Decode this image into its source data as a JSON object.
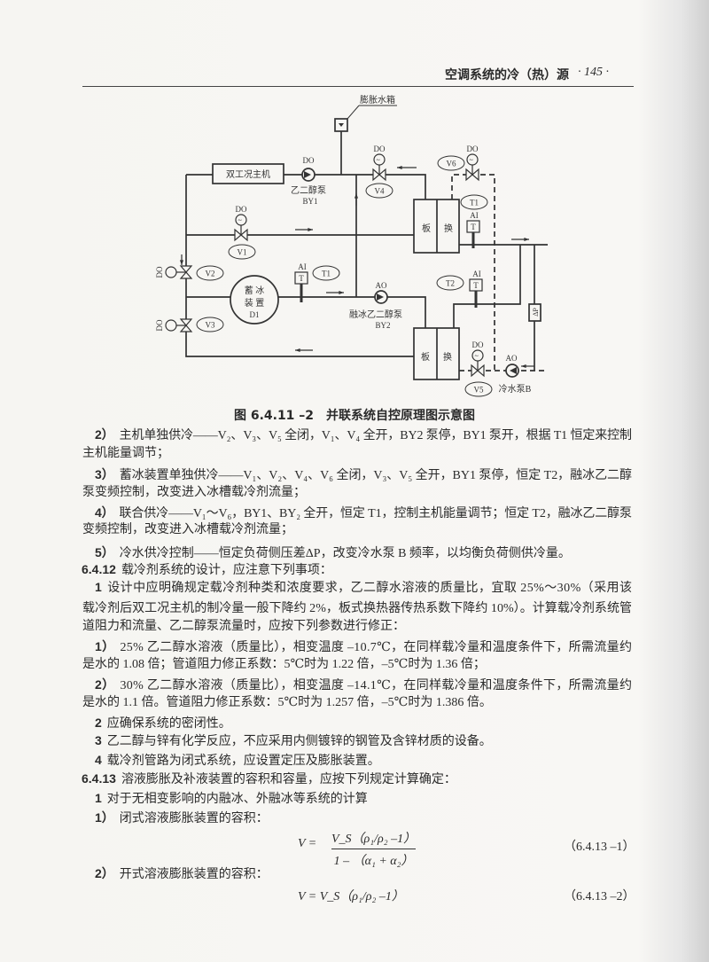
{
  "header": {
    "title": "空调系统的冷（热）源",
    "page": "· 145 ·"
  },
  "diagram": {
    "expansion_tank": "膨胀水箱",
    "chiller": "双工况主机",
    "pump_by1_label": "乙二醇泵",
    "pump_by1_id": "BY1",
    "pump_by2_label": "融冰乙二醇泵",
    "pump_by2_id": "BY2",
    "pump_b_label": "冷水泵B",
    "ice_storage": [
      "蓄 冰",
      "装 置",
      "D1"
    ],
    "hx_left": "板",
    "hx_right": "换",
    "do": "DO",
    "ao": "AO",
    "ai": "AI",
    "t": "T",
    "dp": "ΔP",
    "valves": [
      "V1",
      "V2",
      "V3",
      "V4",
      "V5",
      "V6"
    ],
    "sensors": [
      "T1",
      "T1",
      "T2"
    ]
  },
  "caption": "图 6.4.11 –2　并联系统自控原理图示意图",
  "lines": [
    {
      "num": "2）",
      "text": "主机单独供冷——V₂、V₃、V₅ 全闭，V₁、V₄ 全开，BY2 泵停，BY1 泵开，根据 T1 恒定来控制"
    },
    {
      "num": "",
      "text": "主机能量调节；"
    },
    {
      "num": "3）",
      "text": "蓄冰装置单独供冷——V₁、V₂、V₄、V₆ 全闭，V₃、V₅ 全开，BY1 泵停，恒定 T2，融冰乙二醇"
    },
    {
      "num": "",
      "text": "泵变频控制，改变进入冰槽载冷剂流量；"
    },
    {
      "num": "4）",
      "text": "联合供冷——V₁～V₆，BY1、BY₂ 全开，恒定 T1，控制主机能量调节；恒定 T2，融冰乙二醇泵"
    },
    {
      "num": "",
      "text": "变频控制，改变进入冰槽载冷剂流量；"
    },
    {
      "num": "5）",
      "text": "冷水供冷控制——恒定负荷侧压差ΔP，改变冷水泵 B 频率，以均衡负荷侧供冷量。"
    },
    {
      "num": "6.4.12",
      "text": "载冷剂系统的设计，应注意下列事项："
    },
    {
      "num": "1",
      "text": "设计中应明确规定载冷剂种类和浓度要求，乙二醇水溶液的质量比，宜取 25%～30%（采用该"
    },
    {
      "num": "",
      "text": "载冷剂后双工况主机的制冷量一般下降约 2%，板式换热器传热系数下降约 10%）。计算载冷剂系统管"
    },
    {
      "num": "",
      "text": "道阻力和流量、乙二醇泵流量时，应按下列参数进行修正："
    },
    {
      "num": "1）",
      "text": "25% 乙二醇水溶液（质量比），相变温度 –10.7℃，在同样载冷量和温度条件下，所需流量约"
    },
    {
      "num": "",
      "text": "是水的 1.08 倍；管道阻力修正系数：5℃时为 1.22 倍，–5℃时为 1.36 倍；"
    },
    {
      "num": "2）",
      "text": "30% 乙二醇水溶液（质量比），相变温度 –14.1℃，在同样载冷量和温度条件下，所需流量约"
    },
    {
      "num": "",
      "text": "是水的 1.1 倍。管道阻力修正系数：5℃时为 1.257 倍，–5℃时为 1.386 倍。"
    },
    {
      "num": "2",
      "text": "应确保系统的密闭性。"
    },
    {
      "num": "3",
      "text": "乙二醇与锌有化学反应，不应采用内侧镀锌的钢管及含锌材质的设备。"
    },
    {
      "num": "4",
      "text": "载冷剂管路为闭式系统，应设置定压及膨胀装置。"
    },
    {
      "num": "6.4.13",
      "text": "溶液膨胀及补液装置的容积和容量，应按下列规定计算确定："
    },
    {
      "num": "1",
      "text": "对于无相变影响的内融冰、外融冰等系统的计算"
    },
    {
      "num": "1）",
      "text": "闭式溶液膨胀装置的容积："
    },
    {
      "num": "2）",
      "text": "开式溶液膨胀装置的容积："
    }
  ],
  "formulas": {
    "f1_lhs": "V =",
    "f1_num": "V_S（ρ₁/ρ₂ –1）",
    "f1_den": "1 – （α₁ + α₂）",
    "f1_no": "（6.4.13 –1）",
    "f2": "V = V_S（ρ₁/ρ₂ –1）",
    "f2_no": "（6.4.13 –2）"
  }
}
